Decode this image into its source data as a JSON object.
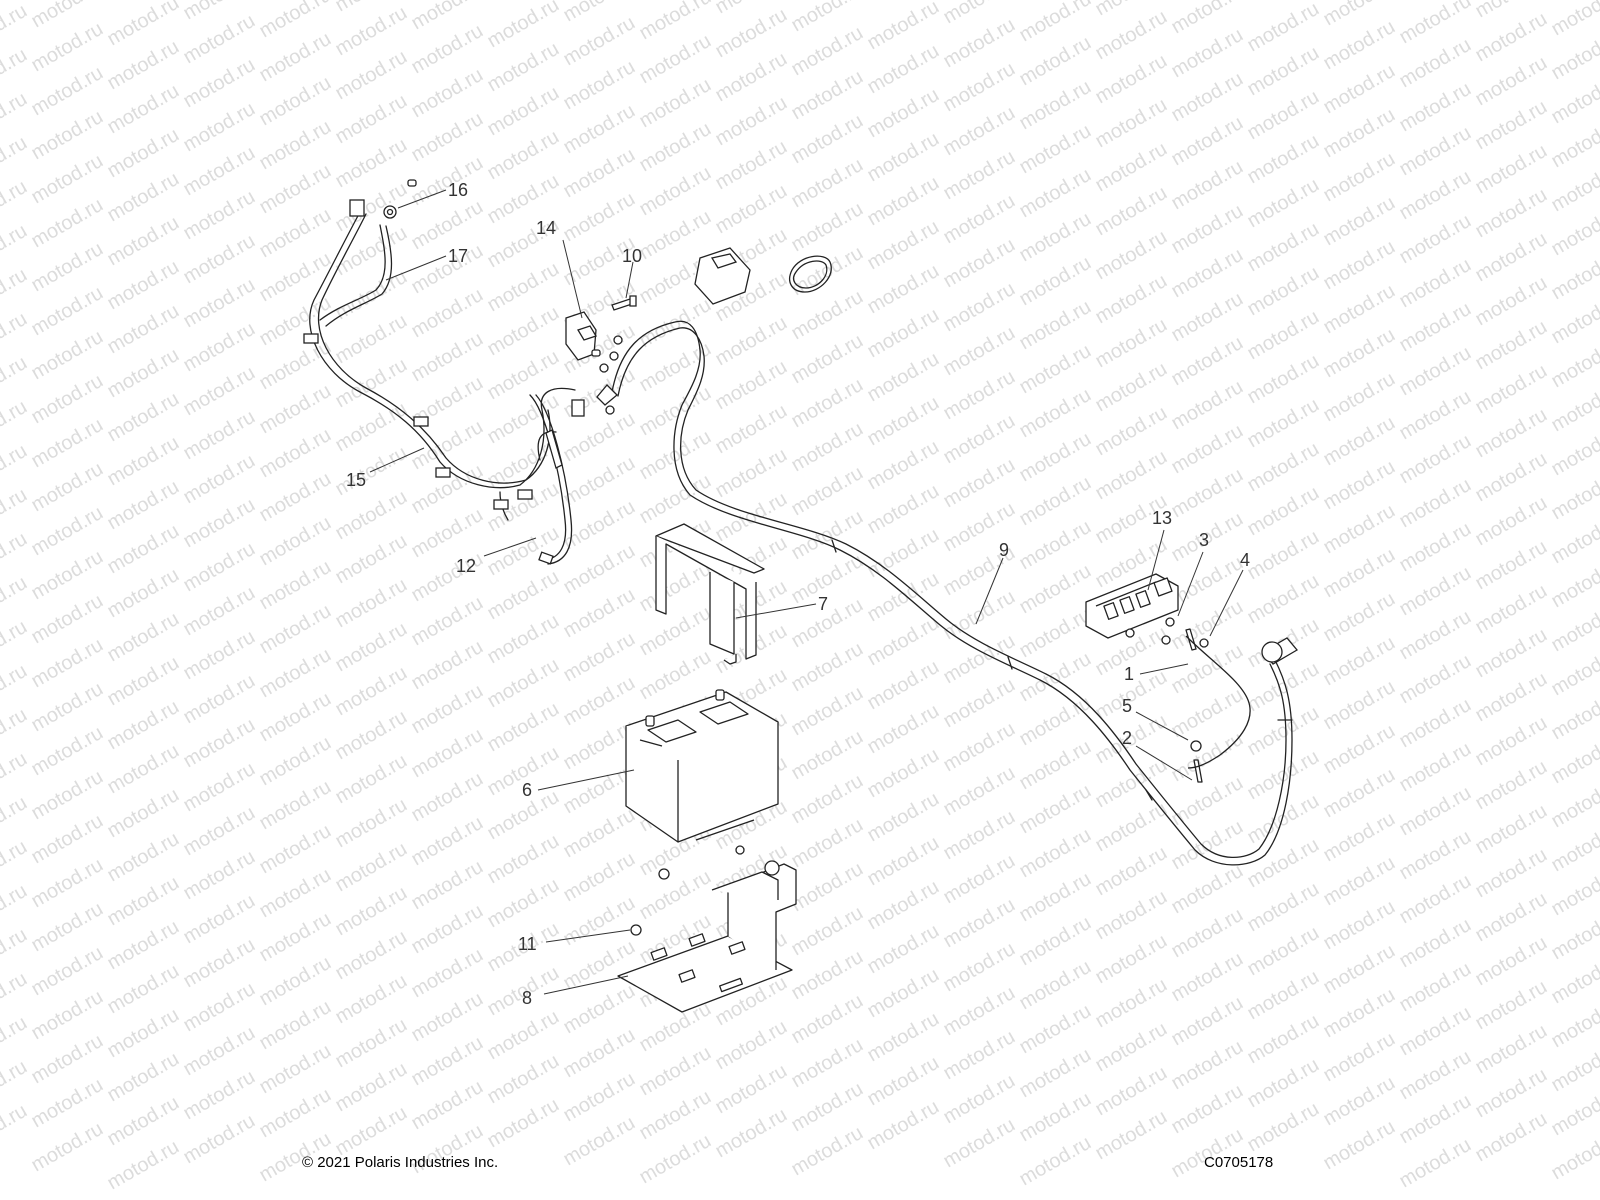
{
  "watermark": "motod.ru",
  "footer": {
    "copyright": "© 2021 Polaris Industries Inc.",
    "drawing_number": "C0705178"
  },
  "callouts": {
    "c1": "1",
    "c2": "2",
    "c3": "3",
    "c4": "4",
    "c5": "5",
    "c6": "6",
    "c7": "7",
    "c8": "8",
    "c9": "9",
    "c10": "10",
    "c11": "11",
    "c12": "12",
    "c13": "13",
    "c14": "14",
    "c15": "15",
    "c16": "16",
    "c17": "17"
  }
}
